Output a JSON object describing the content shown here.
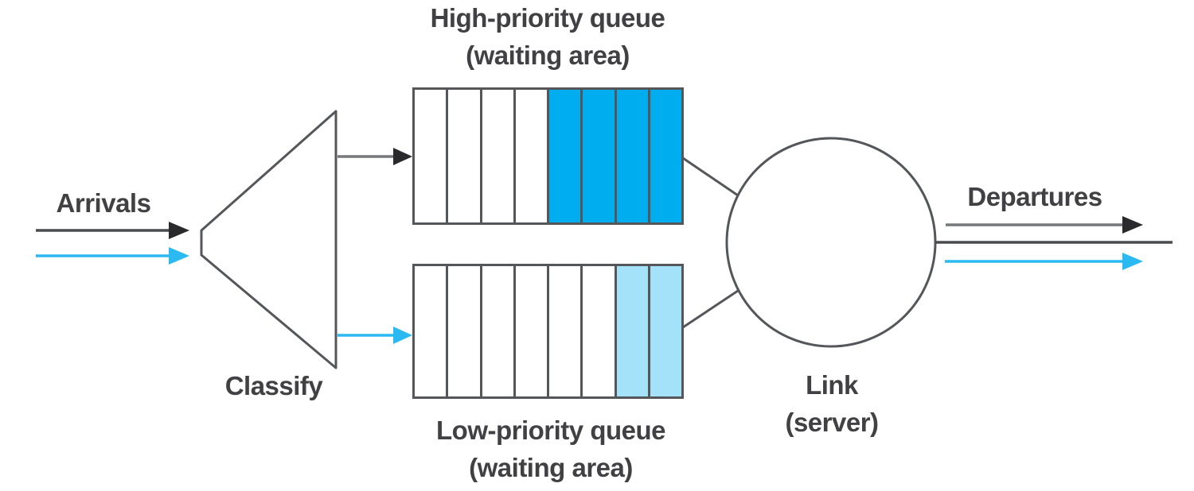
{
  "diagram": {
    "title_implicit": "Priority queueing at a link",
    "labels": {
      "arrivals": "Arrivals",
      "classify": "Classify",
      "high_queue_line1": "High-priority queue",
      "high_queue_line2": "(waiting area)",
      "low_queue_line1": "Low-priority queue",
      "low_queue_line2": "(waiting area)",
      "link_line1": "Link",
      "link_line2": "(server)",
      "departures": "Departures"
    },
    "colors": {
      "high_priority_fill": "#00AEEF",
      "low_priority_fill": "#A4E2FA",
      "flow_cyan": "#2BB9F1",
      "outline": "#55565A",
      "dark_line": "#4A4B4D",
      "gray_line": "#77787B",
      "arrowhead_dark": "#2A2A2C",
      "text": "#414042"
    },
    "queues": {
      "high": {
        "name": "High-priority queue (waiting area)",
        "total_slots": 8,
        "empty_slots": 4,
        "filled_slots": 4,
        "fill_color_key": "high_priority_fill"
      },
      "low": {
        "name": "Low-priority queue (waiting area)",
        "total_slots": 8,
        "empty_slots": 6,
        "filled_slots": 2,
        "fill_color_key": "low_priority_fill"
      }
    },
    "flows": [
      "Arrivals (high-priority: dark arrow, low-priority: cyan arrow) enter Classify",
      "Classify routes dark flow to high-priority queue and cyan flow to low-priority queue",
      "Both queues feed the Link (server) circle",
      "Departures leave the server as dark and cyan flows"
    ]
  }
}
